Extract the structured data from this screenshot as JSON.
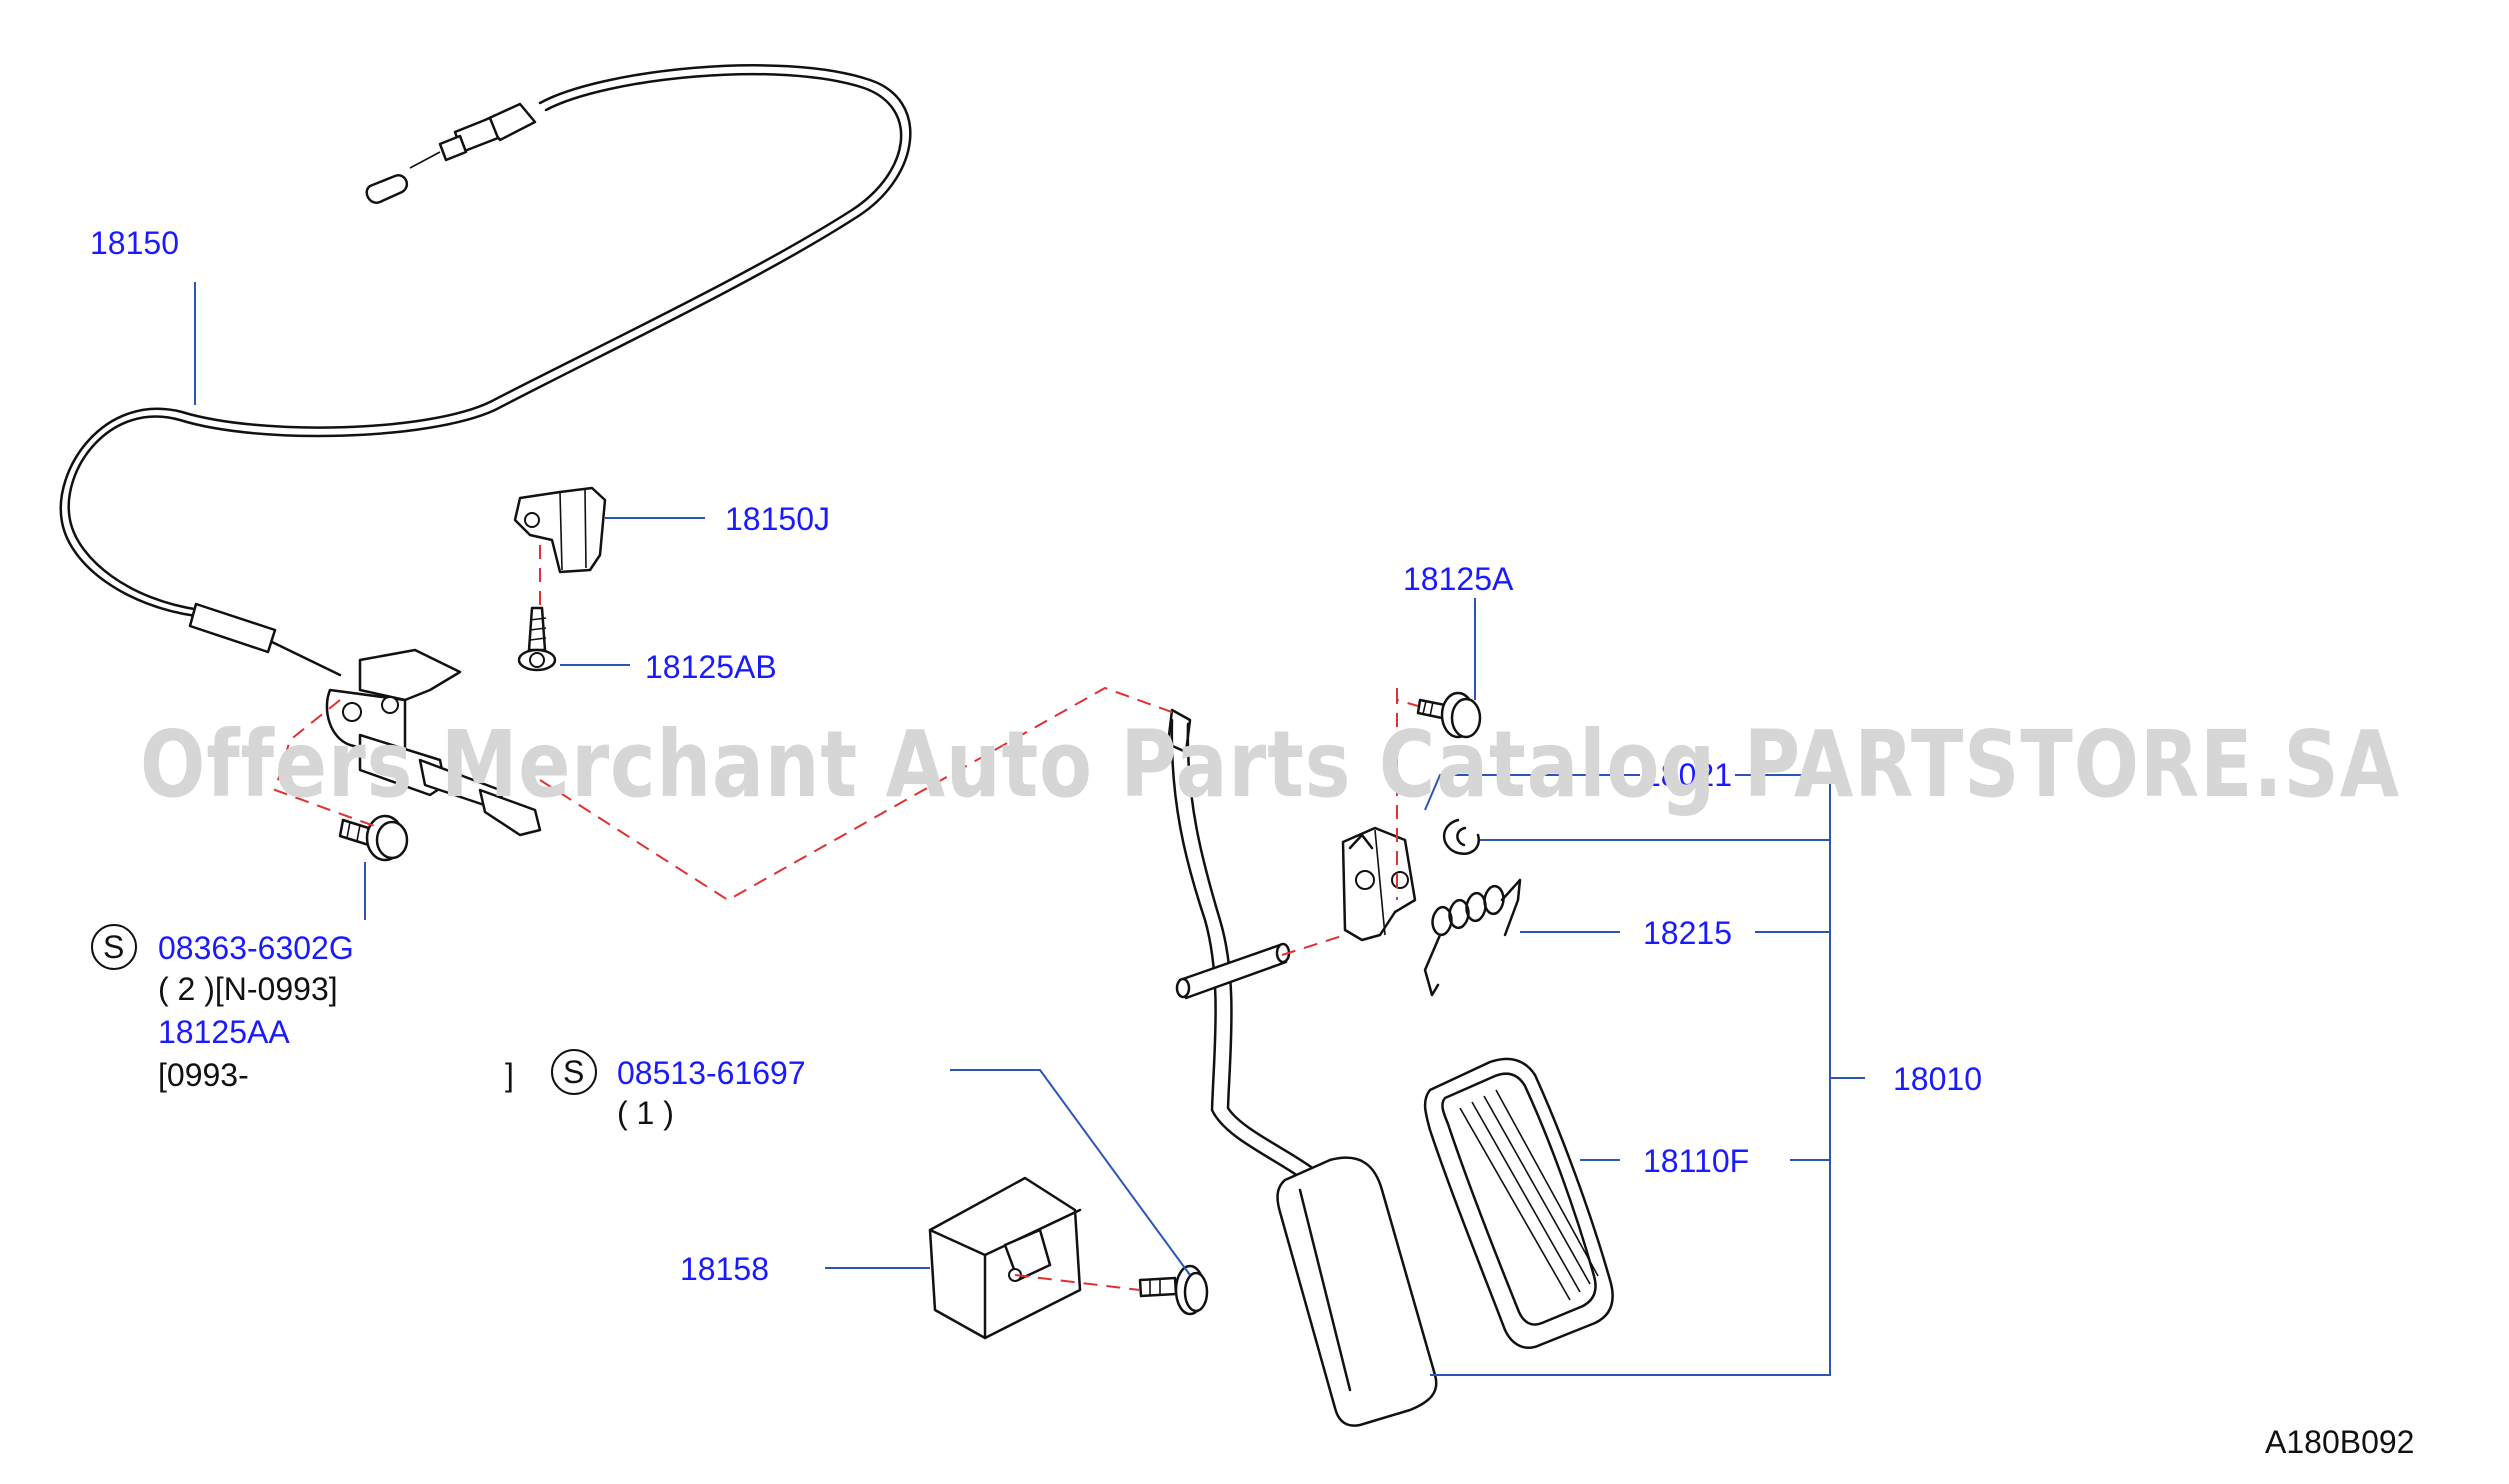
{
  "diagram_code": "A180B092",
  "watermark": "Offers Merchant Auto Parts Catalog PARTSTORE.SA",
  "parts": {
    "p18150": "18150",
    "p18150J": "18150J",
    "p18125AB": "18125AB",
    "p18125A": "18125A",
    "p18021": "18021",
    "p18215": "18215",
    "p18010": "18010",
    "p18110F": "18110F",
    "p18158": "18158",
    "p18125AA": "18125AA"
  },
  "standard_parts": [
    {
      "symbol": "S",
      "number": "08363-6302G",
      "qty": "( 2 )[N-0993]"
    },
    {
      "symbol": "S",
      "number": "08513-61697",
      "qty": "( 1 )"
    }
  ],
  "date_range": "[0993-",
  "date_range_close": "]"
}
